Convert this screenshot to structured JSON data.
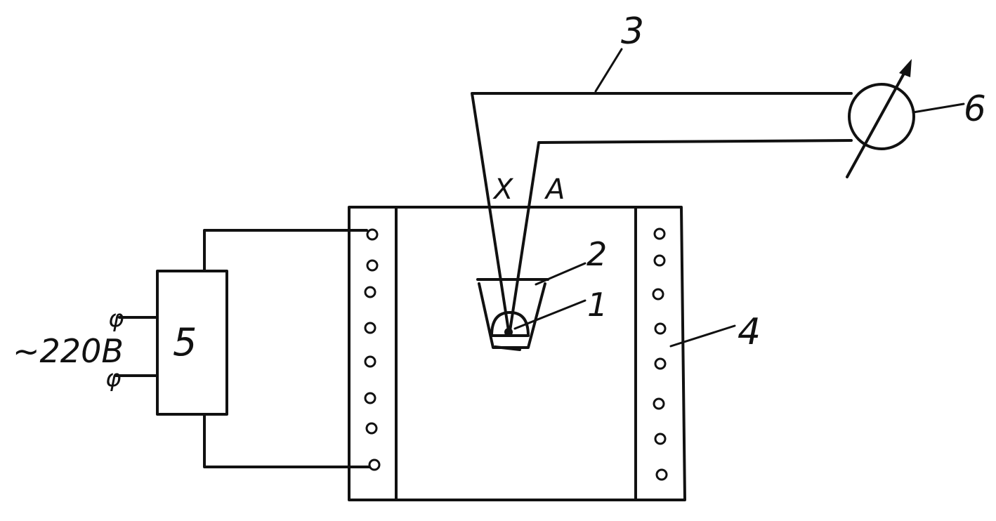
{
  "labels": {
    "item_1": "1",
    "item_2": "2",
    "item_3": "3",
    "item_4": "4",
    "item_5": "5",
    "item_6": "6",
    "wire_x": "X",
    "wire_a": "A",
    "supply": "~220В",
    "phase_top": "φ",
    "phase_bottom": "φ"
  },
  "colors": {
    "ink": "#111111",
    "paper": "#ffffff"
  }
}
